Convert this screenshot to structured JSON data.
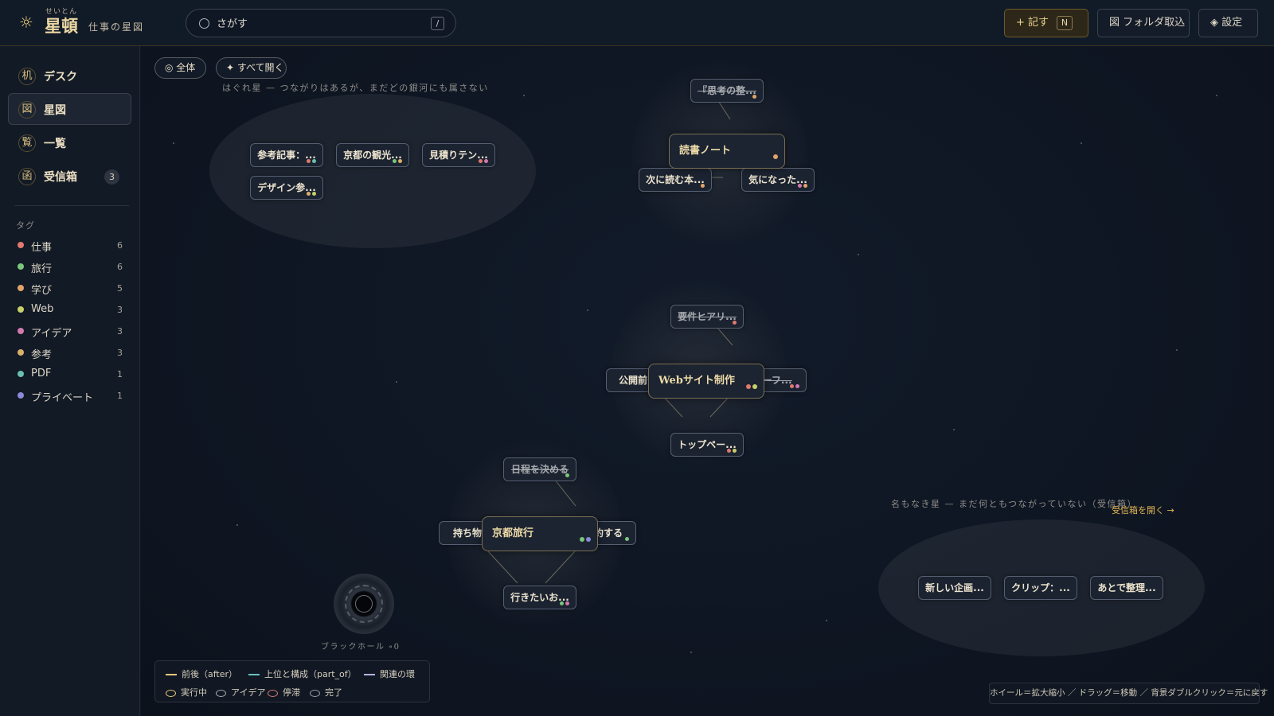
{
  "brand": {
    "mark": "☼",
    "ruby": "せいとん",
    "title": "星頓",
    "subtitle": "仕事の星図"
  },
  "search": {
    "placeholder": "さがす",
    "value": "",
    "shortcut": "/"
  },
  "toolbar": {
    "write_label": "+ 記す",
    "write_shortcut": "N",
    "folder_label": "図 フォルダ取込",
    "settings_label": "◈ 設定"
  },
  "sidebar": {
    "nav": [
      {
        "icon": "机",
        "label": "デスク",
        "badge": ""
      },
      {
        "icon": "図",
        "label": "星図",
        "badge": ""
      },
      {
        "icon": "覧",
        "label": "一覧",
        "badge": ""
      },
      {
        "icon": "函",
        "label": "受信箱",
        "badge": "3"
      }
    ],
    "tags_heading": "タグ",
    "tags": [
      {
        "label": "仕事",
        "count": "6",
        "color": "#e07a6e"
      },
      {
        "label": "旅行",
        "count": "6",
        "color": "#7ac77a"
      },
      {
        "label": "学び",
        "count": "5",
        "color": "#e0a46a"
      },
      {
        "label": "Web",
        "count": "3",
        "color": "#c8d06a"
      },
      {
        "label": "アイデア",
        "count": "3",
        "color": "#d07ab0"
      },
      {
        "label": "参考",
        "count": "3",
        "color": "#d9b06a"
      },
      {
        "label": "PDF",
        "count": "1",
        "color": "#6ac0b0"
      },
      {
        "label": "プライベート",
        "count": "1",
        "color": "#8a8ad8"
      }
    ]
  },
  "map": {
    "view_all_label": "◎ 全体",
    "expand_all_label": "✦ すべて開く",
    "stray_caption": "はぐれ星 — つながりはあるが、まだどの銀河にも属さない",
    "unnamed_caption": "名もなき星 — まだ何ともつながっていない（受信箱）",
    "open_inbox_label": "受信箱を開く →",
    "stray_cards": [
      {
        "label": "参考記事：...",
        "dots": [
          "#e07a6e",
          "#6ac0b0"
        ]
      },
      {
        "label": "京都の観光...",
        "dots": [
          "#7ac77a",
          "#d9b06a"
        ]
      },
      {
        "label": "見積りテン...",
        "dots": [
          "#e07a6e",
          "#d07ab0"
        ]
      },
      {
        "label": "デザイン参...",
        "dots": [
          "#d9b06a",
          "#c8d06a"
        ]
      }
    ],
    "reading_cluster": {
      "hub": {
        "label": "読書ノート",
        "dots": [
          "#e0a46a"
        ]
      },
      "nodes": [
        {
          "label": "『思考の整...",
          "done": true,
          "dots": [
            "#e0a46a"
          ]
        },
        {
          "label": "次に読む本...",
          "done": false,
          "dots": [
            "#e0a46a"
          ]
        },
        {
          "label": "気になった...",
          "done": false,
          "dots": [
            "#d07ab0",
            "#e0a46a"
          ]
        }
      ]
    },
    "web_cluster": {
      "hub": {
        "label": "Webサイト制作",
        "dots": [
          "#e07a6e",
          "#c8d06a"
        ]
      },
      "nodes": [
        {
          "label": "要件ヒアリ...",
          "done": true,
          "dots": [
            "#e07a6e"
          ]
        },
        {
          "label": "公開前チ...",
          "done": false,
          "dots": []
        },
        {
          "label": "ワイヤーフ...",
          "done": true,
          "dots": [
            "#e07a6e",
            "#d07ab0"
          ]
        },
        {
          "label": "トップペー...",
          "done": false,
          "dots": [
            "#e07a6e",
            "#c8d06a"
          ]
        }
      ]
    },
    "kyoto_cluster": {
      "hub": {
        "label": "京都旅行",
        "dots": [
          "#7ac77a",
          "#8a8ad8"
        ]
      },
      "nodes": [
        {
          "label": "日程を決める",
          "done": true,
          "dots": [
            "#7ac77a"
          ]
        },
        {
          "label": "持ち物リスト",
          "done": false,
          "dots": []
        },
        {
          "label": "宿を予約する",
          "done": false,
          "dots": [
            "#7ac77a"
          ]
        },
        {
          "label": "行きたいお...",
          "done": false,
          "dots": [
            "#7ac77a",
            "#d07ab0"
          ]
        }
      ]
    },
    "inbox_cards": [
      {
        "label": "新しい企画..."
      },
      {
        "label": "クリップ：..."
      },
      {
        "label": "あとで整理..."
      }
    ],
    "blackhole_label": "ブラックホール ∘0",
    "legend": {
      "after": {
        "label": "前後（after）",
        "color": "#e6c779"
      },
      "part_of": {
        "label": "上位と構成（part_of）",
        "color": "#6ac0c0"
      },
      "related": {
        "label": "関連の環",
        "color": "#b8b0e0"
      },
      "active": {
        "label": "実行中",
        "color": "#e6c779"
      },
      "idea": {
        "label": "アイデア",
        "color": "#a6aab0"
      },
      "stalled": {
        "label": "停滞",
        "color": "#d07a6e"
      },
      "done": {
        "label": "完了",
        "color": "#9a9ea6"
      }
    },
    "hint": "ホイール＝拡大縮小 ／ ドラッグ＝移動 ／ 背景ダブルクリック＝元に戻す"
  }
}
